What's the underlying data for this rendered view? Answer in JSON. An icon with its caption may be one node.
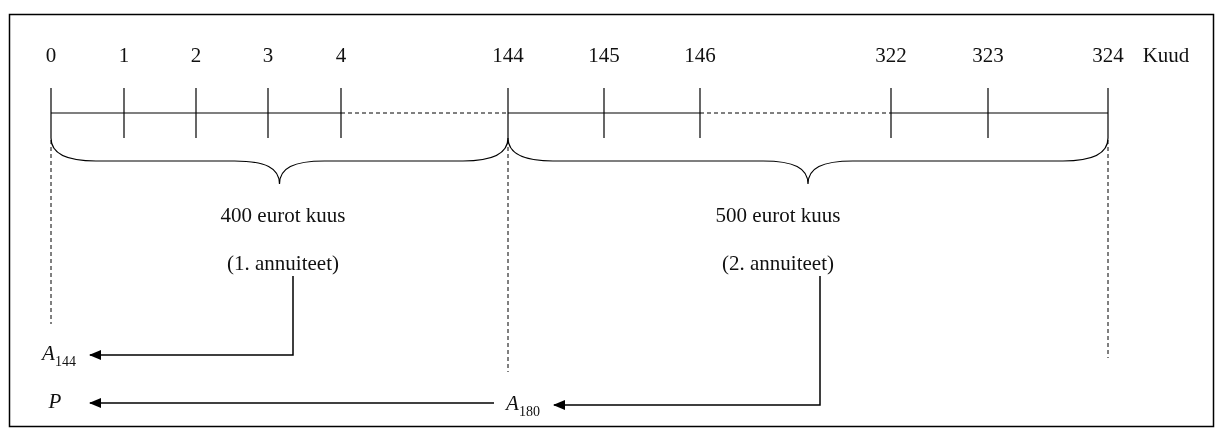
{
  "diagram": {
    "nodes": [
      {
        "text": [
          "400 eurot kuus",
          "(1. annuiteet)"
        ]
      },
      {
        "text": [
          "500 eurot kuus",
          "(2. annuiteet)"
        ]
      },
      {
        "text": [
          "*A*$_{144}$"
        ]
      },
      {
        "text": [
          "P"
        ]
      },
      {
        "text": [
          "*A*$_{180}$"
        ]
      }
    ],
    "edges": [
      {
        "from": 0,
        "to": 2,
        "arrow": "to"
      },
      {
        "from": 1,
        "to": 4,
        "arrow": "to"
      },
      {
        "from": 4,
        "to": 3,
        "arrow": "to"
      }
    ],
    "labels": [
      "0",
      "1",
      "2",
      "3",
      "4",
      "144",
      "145",
      "146",
      "322",
      "323",
      "324",
      "Kuud"
    ]
  }
}
